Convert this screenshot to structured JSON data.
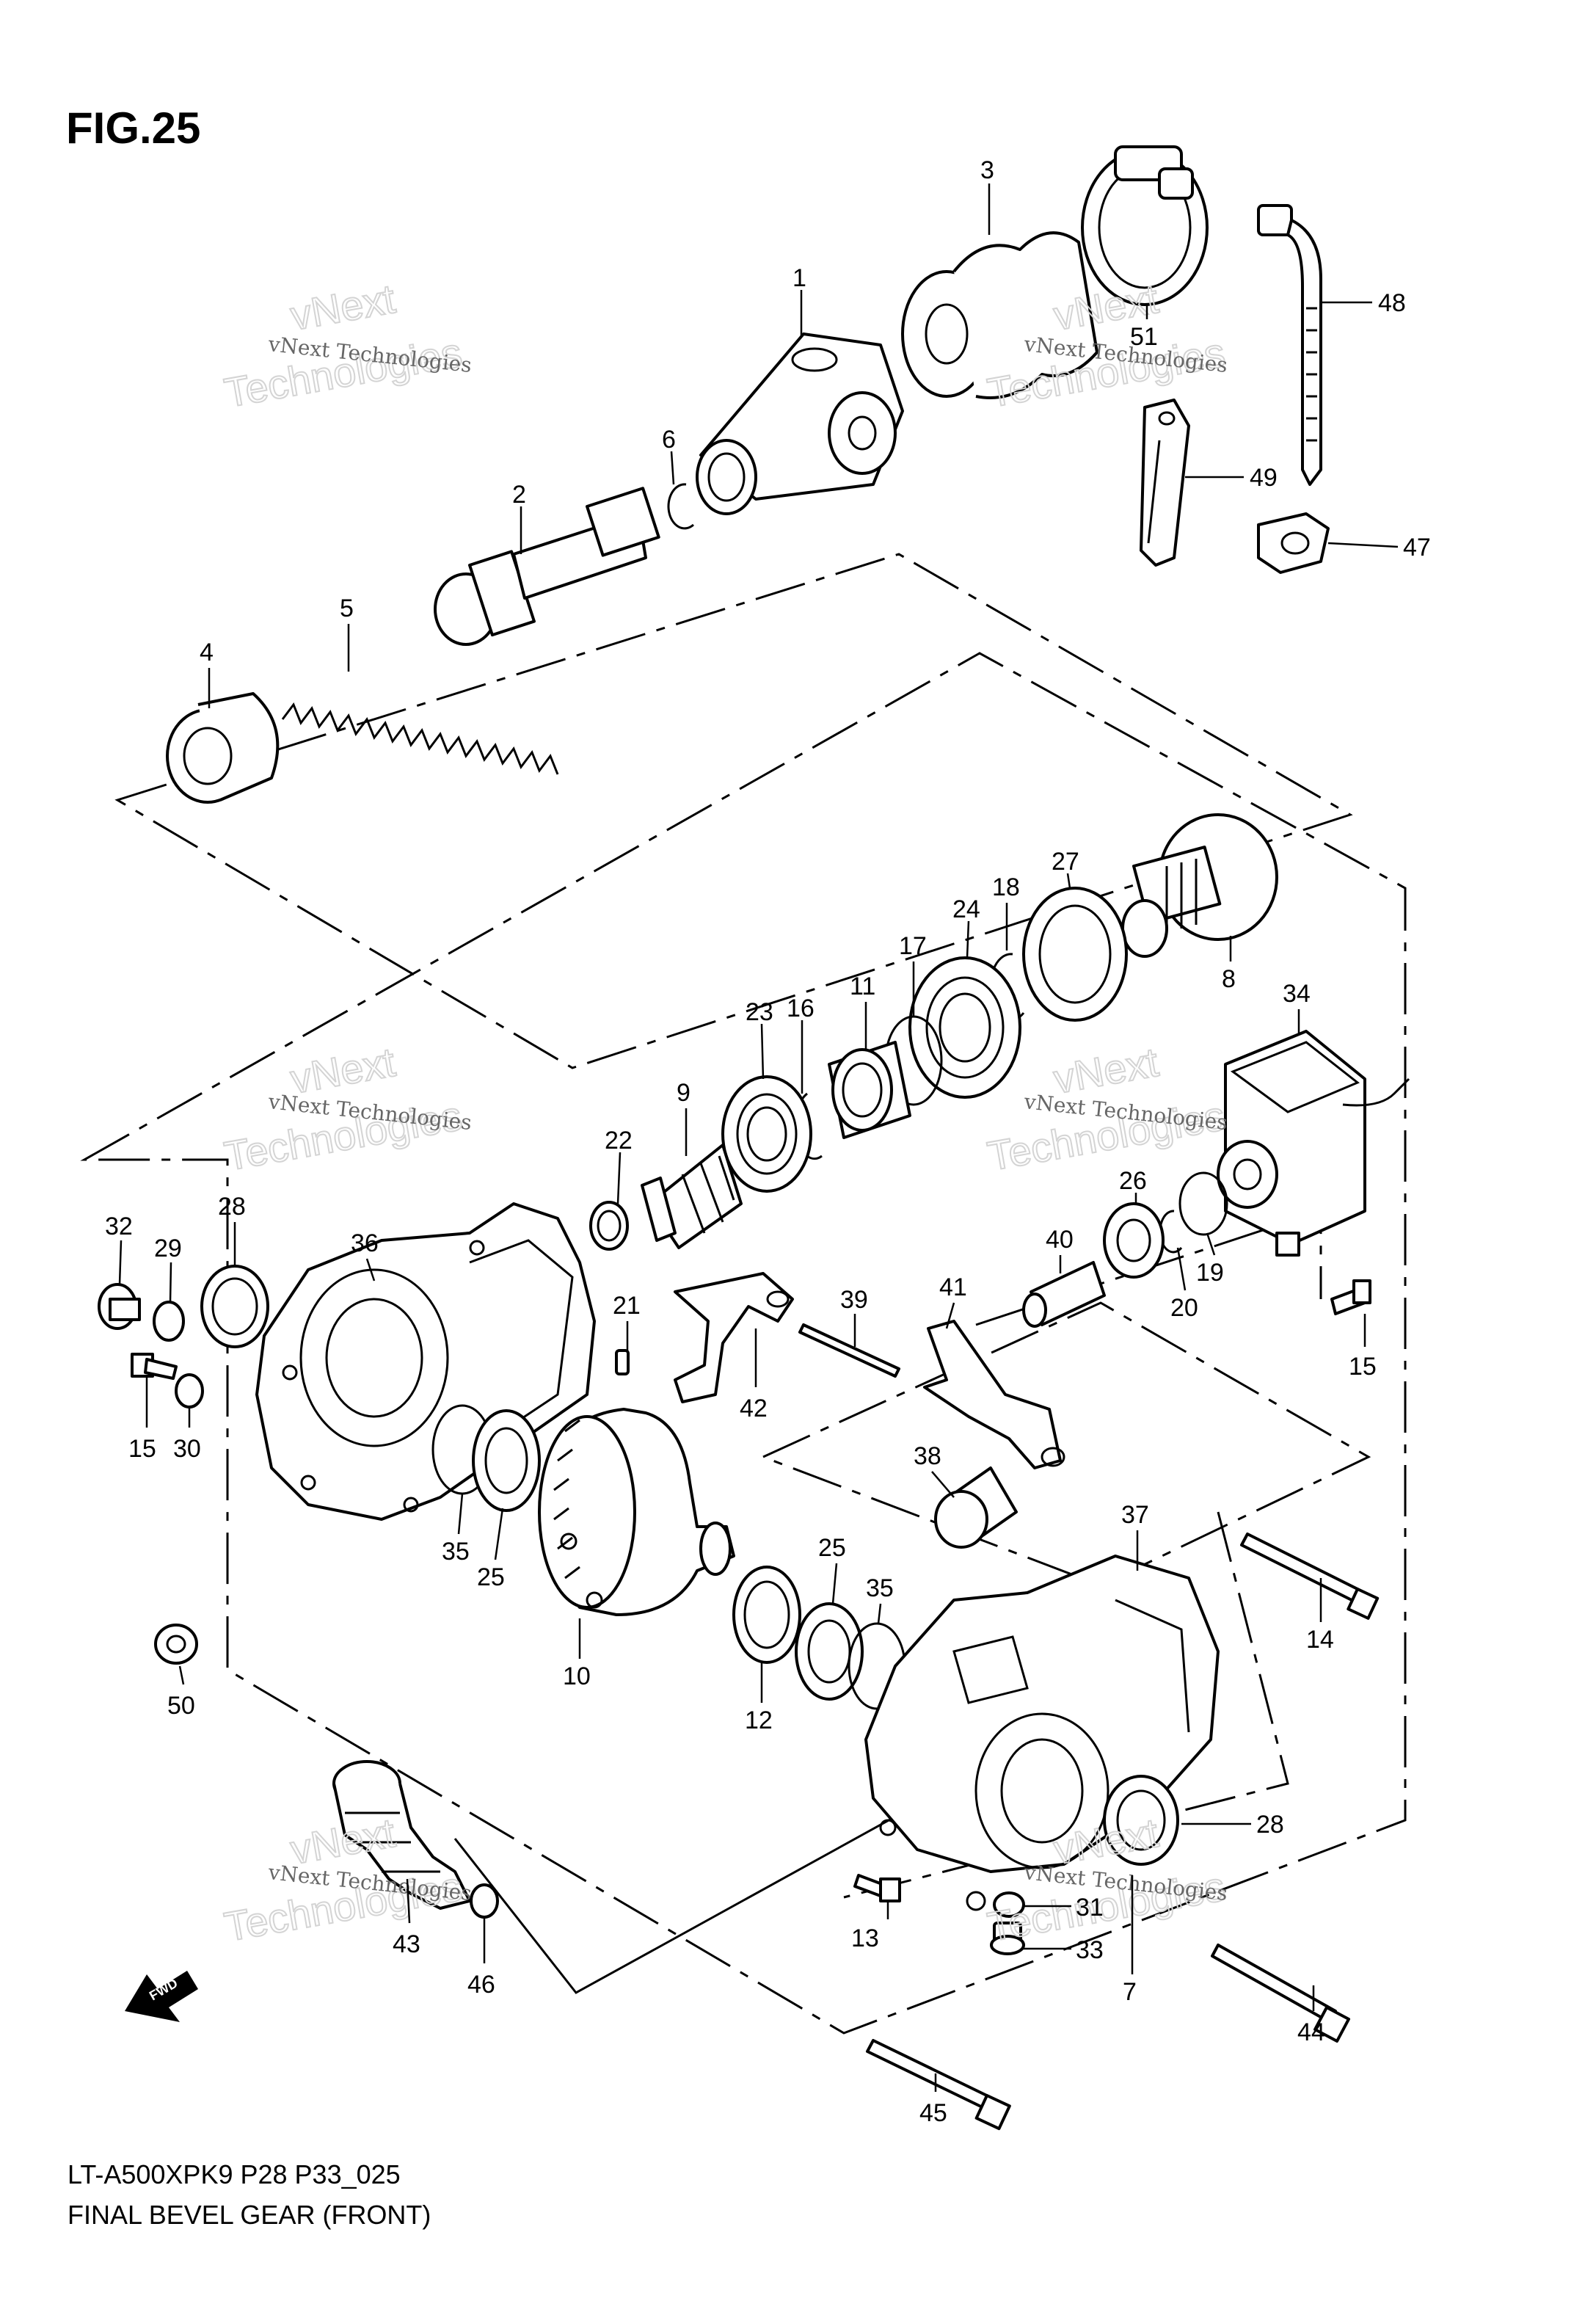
{
  "figure": {
    "title": "FIG.25",
    "model_code": "LT-A500XPK9 P28 P33_025",
    "caption": "FINAL BEVEL GEAR (FRONT)",
    "fwd_label": "FWD"
  },
  "watermark": {
    "name": "vNext Technologies",
    "big_line_1": "vNext",
    "big_line_2": "Technologies"
  },
  "callouts": {
    "n1": "1",
    "n2": "2",
    "n3": "3",
    "n4": "4",
    "n5": "5",
    "n6": "6",
    "n7": "7",
    "n8": "8",
    "n9": "9",
    "n10": "10",
    "n11": "11",
    "n12": "12",
    "n13": "13",
    "n14": "14",
    "n15a": "15",
    "n15b": "15",
    "n16": "16",
    "n17": "17",
    "n18": "18",
    "n19": "19",
    "n20": "20",
    "n21": "21",
    "n22": "22",
    "n23": "23",
    "n24": "24",
    "n25a": "25",
    "n25b": "25",
    "n26": "26",
    "n27": "27",
    "n28a": "28",
    "n28b": "28",
    "n29": "29",
    "n30": "30",
    "n31": "31",
    "n32": "32",
    "n33": "33",
    "n34": "34",
    "n35a": "35",
    "n35b": "35",
    "n36": "36",
    "n37": "37",
    "n38": "38",
    "n39": "39",
    "n40": "40",
    "n41": "41",
    "n42": "42",
    "n43": "43",
    "n44": "44",
    "n45": "45",
    "n46": "46",
    "n47": "47",
    "n48": "48",
    "n49": "49",
    "n50": "50",
    "n51": "51"
  }
}
